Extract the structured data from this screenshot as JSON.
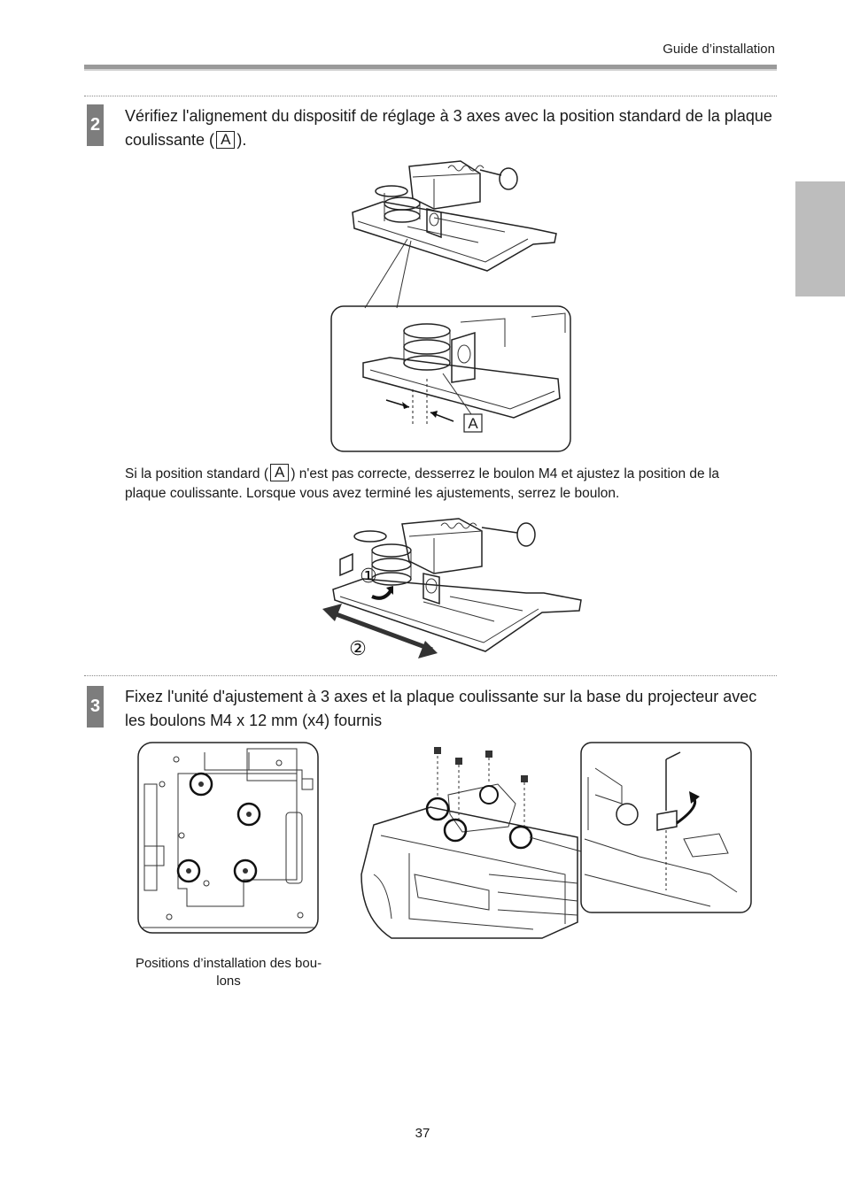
{
  "header": {
    "title": "Guide d’installation"
  },
  "steps": [
    {
      "number": "2",
      "text_before": "Vérifiez l'alignement du dispositif de réglage à 3 axes avec la position standard de la plaque coulissante (",
      "label": "A",
      "text_after": ")."
    },
    {
      "number": "3",
      "text": "Fixez l'unité d'ajustement à 3 axes et la plaque coulissante sur la base du projecteur avec les boulons M4 x 12 mm (x4) fournis"
    }
  ],
  "note": {
    "text_before": "Si la position standard (",
    "label": "A",
    "text_after": ") n'est pas correcte, desserrez le boulon M4 et ajustez la position de la plaque coulissante. Lorsque vous avez terminé les ajustements, serrez le boulon."
  },
  "figures": {
    "fig1_callout_label": "A",
    "fig2_marker_1": "①",
    "fig2_marker_2": "②",
    "fig3_caption": "Positions d’installation des bou-lons"
  },
  "footer": {
    "page_number": "37"
  }
}
